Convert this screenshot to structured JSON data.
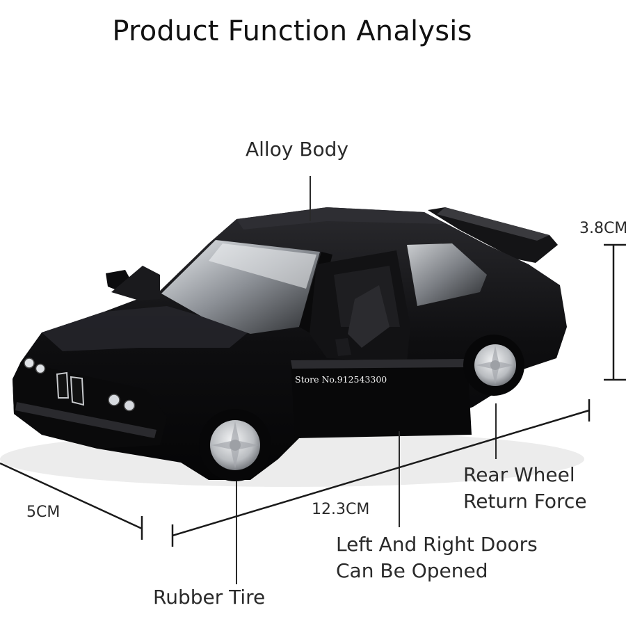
{
  "page": {
    "title": "Product Function Analysis"
  },
  "callouts": {
    "alloy_body": "Alloy Body",
    "rear_wheel_line1": "Rear Wheel",
    "rear_wheel_line2": "Return Force",
    "doors_line1": "Left And Right Doors",
    "doors_line2": "Can Be Opened",
    "rubber_tire": "Rubber Tire"
  },
  "dimensions": {
    "height": "3.8CM",
    "width": "5CM",
    "length": "12.3CM"
  },
  "watermark": "Store No.912543300",
  "colors": {
    "background": "#ffffff",
    "car_body": "#0b0b0d",
    "wheel_rim": "#c9cbce",
    "lines": "#2a2a2a"
  }
}
